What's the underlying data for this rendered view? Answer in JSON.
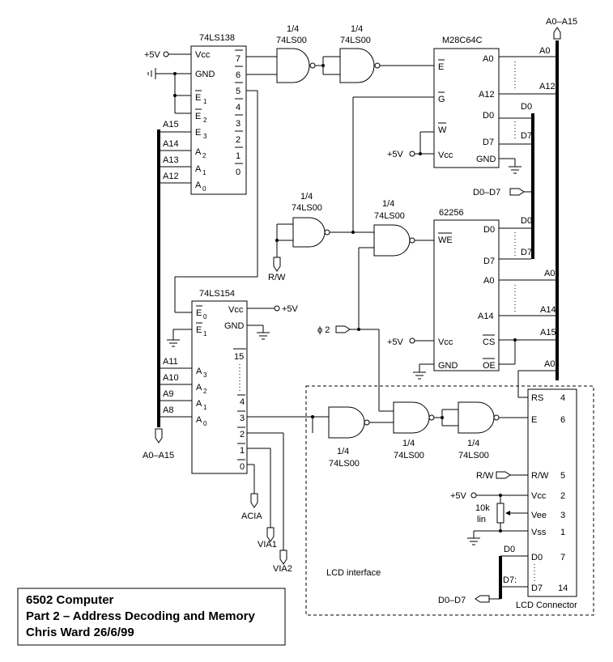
{
  "title_block": {
    "line1": "6502 Computer",
    "line2": "Part 2 – Address Decoding and Memory",
    "line3": "Chris Ward   26/6/99"
  },
  "chips": {
    "ls138": {
      "name": "74LS138",
      "vcc": "Vcc",
      "gnd": "GND",
      "e1": "E",
      "e1s": "1",
      "e2": "E",
      "e2s": "2",
      "e3": "E",
      "e3s": "3",
      "a2": "A",
      "a2s": "2",
      "a1": "A",
      "a1s": "1",
      "a0": "A",
      "a0s": "0",
      "outs": [
        "7",
        "6",
        "5",
        "4",
        "3",
        "2",
        "1",
        "0"
      ]
    },
    "m28": {
      "name": "M28C64C",
      "e": "E",
      "g": "G",
      "w": "W",
      "vcc": "Vcc",
      "a0": "A0",
      "a12": "A12",
      "d0": "D0",
      "d7": "D7",
      "gnd": "GND"
    },
    "ram": {
      "name": "62256",
      "d0": "D0",
      "d7": "D7",
      "we": "WE",
      "a0": "A0",
      "a14": "A14",
      "vcc": "Vcc",
      "cs": "CS",
      "gnd": "GND",
      "oe": "OE"
    },
    "ls154": {
      "name": "74LS154",
      "e0": "E",
      "e0s": "0",
      "e1": "E",
      "e1s": "1",
      "vcc": "Vcc",
      "gnd": "GND",
      "a3": "A",
      "a3s": "3",
      "a2": "A",
      "a2s": "2",
      "a1": "A",
      "a1s": "1",
      "a0": "A",
      "a0s": "0",
      "o15": "15",
      "o4": "4",
      "o3": "3",
      "o2": "2",
      "o1": "1",
      "o0": "0"
    },
    "lcd": {
      "rs": "RS",
      "rs_n": "4",
      "e": "E",
      "e_n": "6",
      "rw": "R/W",
      "rw_n": "5",
      "vcc": "Vcc",
      "vcc_n": "2",
      "vee": "Vee",
      "vee_n": "3",
      "vss": "Vss",
      "vss_n": "1",
      "d0": "D0",
      "d0_n": "7",
      "d7": "D7",
      "d7_n": "14",
      "name": "LCD Connector"
    }
  },
  "gates": {
    "quarter": "1/4",
    "type": "74LS00"
  },
  "nets": {
    "p5v": "+5V",
    "bus_addr": "A0–A15",
    "bus_data": "D0–D7",
    "rw": "R/W",
    "phi2": "ϕ 2",
    "acia": "ACIA",
    "via1": "VIA1",
    "via2": "VIA2",
    "a0": "A0",
    "a12": "A12",
    "a14": "A14",
    "a15": "A15",
    "a13": "A13",
    "a11": "A11",
    "a10": "A10",
    "a9": "A9",
    "a8": "A8",
    "d0": "D0",
    "d7": "D7",
    "d7c": "D7:"
  },
  "pot": {
    "value": "10k",
    "type": "lin"
  },
  "lcd_interface": "LCD interface"
}
